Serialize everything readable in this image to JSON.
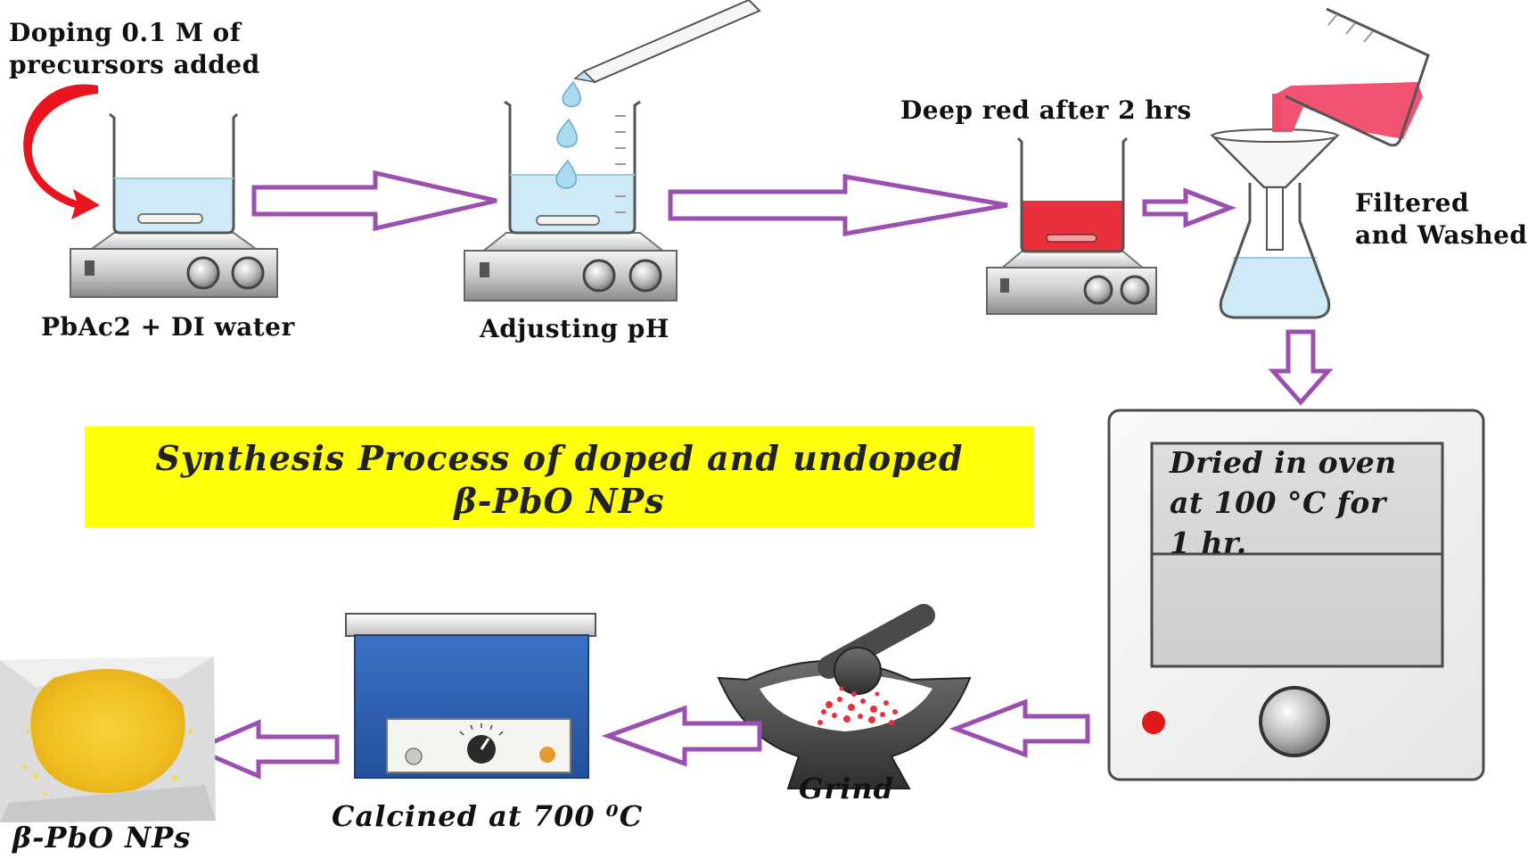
{
  "labels": {
    "doping": [
      "Doping 0.1 M of",
      "precursors added"
    ],
    "pbac2": "PbAc2 + DI water",
    "adjusting_ph": "Adjusting pH",
    "deep_red": "Deep red after 2 hrs",
    "filtered": [
      "Filtered",
      "and Washed"
    ],
    "oven": [
      "Dried in oven",
      "at 100 °C for",
      "1 hr."
    ],
    "grind": "Grind",
    "calcined": "Calcined at 700 ⁰C",
    "product": "β-PbO NPs"
  },
  "banner": [
    "Synthesis Process of  doped and undoped",
    "β-PbO NPs"
  ],
  "colors": {
    "arrow": "#9b4fb0",
    "banner": "#ffff0a",
    "red_arrow": "#e8141e",
    "water": "#cfeaf6",
    "red_solution": "#e8313c",
    "pink_solution": "#f04a6a",
    "furnace_blue": "#2f63b5",
    "powder": "#f2c52e"
  }
}
